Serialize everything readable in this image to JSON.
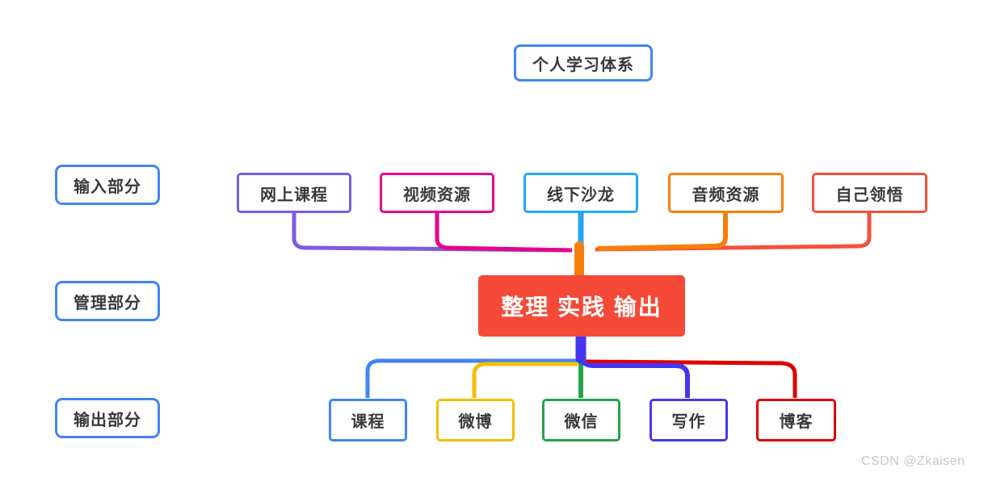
{
  "watermark": {
    "text": "CSDN @Zkaisen",
    "color": "#c9c9c9"
  },
  "title_node": {
    "label": "个人学习体系",
    "border_color": "#4285F4"
  },
  "side_labels": [
    {
      "label": "输入部分"
    },
    {
      "label": "管理部分"
    },
    {
      "label": "输出部分"
    }
  ],
  "side_label_border_color": "#4285F4",
  "center_node": {
    "label": "整理 实践 输出",
    "bg_color": "#F54A38",
    "text_color": "#ffffff"
  },
  "input_nodes": [
    {
      "label": "网上课程",
      "color": "#7B5BE6"
    },
    {
      "label": "视频资源",
      "color": "#E8018D"
    },
    {
      "label": "线下沙龙",
      "color": "#25A8F3"
    },
    {
      "label": "音频资源",
      "color": "#F67F0C"
    },
    {
      "label": "自己领悟",
      "color": "#FB4D3C"
    }
  ],
  "output_nodes": [
    {
      "label": "课程",
      "color": "#4285F4"
    },
    {
      "label": "微博",
      "color": "#F6BE02"
    },
    {
      "label": "微信",
      "color": "#26A349"
    },
    {
      "label": "写作",
      "color": "#4537F0"
    },
    {
      "label": "博客",
      "color": "#DE0202"
    }
  ]
}
